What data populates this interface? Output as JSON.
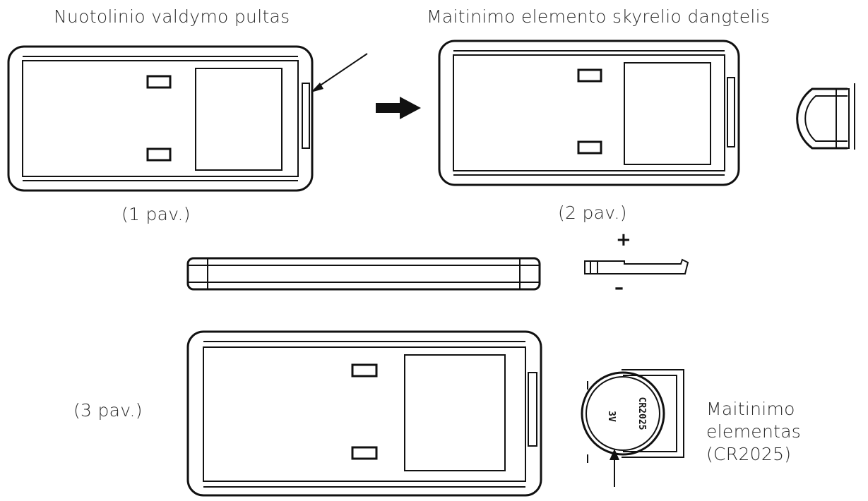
{
  "labels": {
    "remote_title": "Nuotolinio valdymo pultas",
    "cover_title": "Maitinimo elemento skyrelio dangtelis",
    "fig1": "(1 pav.)",
    "fig2": "(2 pav.)",
    "fig3": "(3 pav.)",
    "battery_line1": "Maitinimo",
    "battery_line2": "elementas",
    "battery_line3": "(CR2025)",
    "plus": "+",
    "minus": "–",
    "battery_print_1": "CR2025",
    "battery_print_2": "3V"
  },
  "icons": {
    "step_arrow": "right-arrow-icon",
    "pointer_arrow": "pointer-arrow-icon"
  },
  "colors": {
    "line": "#111111",
    "text": "#2b2b2b",
    "background": "#ffffff"
  }
}
